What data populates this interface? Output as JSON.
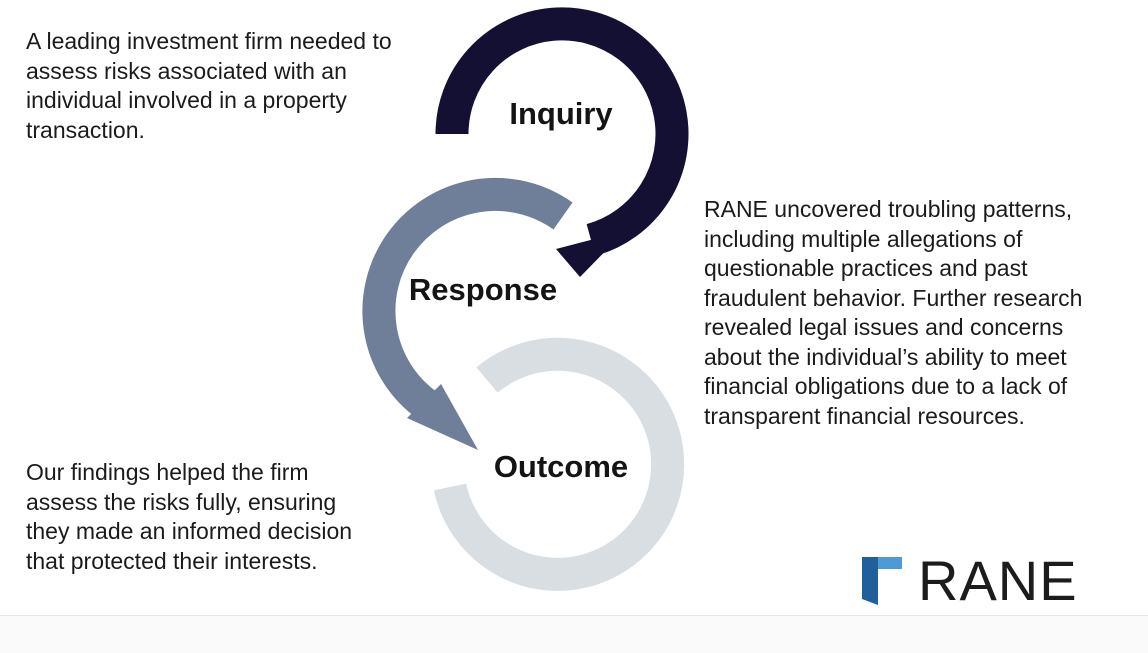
{
  "stages": {
    "inquiry": {
      "label": "Inquiry",
      "description": "A leading investment firm needed to assess risks associated with an individual involved in a property transaction.",
      "color": "#141033"
    },
    "response": {
      "label": "Response",
      "description": "RANE uncovered troubling patterns, including multiple allegations of questionable practices and past fraudulent behavior. Further research revealed legal issues and concerns about the individual’s ability to meet financial obligations due to a lack of transparent financial resources.",
      "color": "#707f99"
    },
    "outcome": {
      "label": "Outcome",
      "description": "Our findings helped the firm assess the risks fully, ensuring they made an informed decision that protected their interests.",
      "color": "#d9dee3"
    }
  },
  "logo": {
    "text": "RANE",
    "mark_color": "#1f5f9b",
    "mark_accent_color": "#4e9ad6"
  }
}
